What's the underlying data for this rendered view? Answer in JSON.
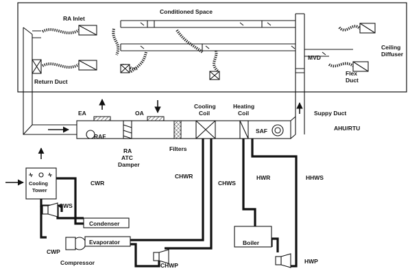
{
  "labels": {
    "conditioned_space": "Conditioned Space",
    "ra_inlet": "RA Inlet",
    "return_duct": "Return Duct",
    "mvd": "MVD",
    "ceiling_diffuser_1": "Ceiling",
    "ceiling_diffuser_2": "Diffuser",
    "flex_duct_1": "Flex",
    "flex_duct_2": "Duct",
    "ea": "EA",
    "oa": "OA",
    "cooling_coil_1": "Cooling",
    "cooling_coil_2": "Coil",
    "heating_coil_1": "Heating",
    "heating_coil_2": "Coil",
    "supply_duct": "Suppy Duct",
    "ahu_rtu": "AHU/RTU",
    "raf": "RAF",
    "saf": "SAF",
    "ra_atc_damper_1": "RA",
    "ra_atc_damper_2": "ATC",
    "ra_atc_damper_3": "Damper",
    "filters": "Filters",
    "cooling_tower_1": "Cooling",
    "cooling_tower_2": "Tower",
    "cwr": "CWR",
    "cws": "CWS",
    "chwr": "CHWR",
    "chws": "CHWS",
    "hwr": "HWR",
    "hhws": "HHWS",
    "condenser": "Condenser",
    "evaporator": "Evaporator",
    "compressor": "Compressor",
    "cwp": "CWP",
    "chwp": "CHWP",
    "boiler": "Boiler",
    "hwp": "HWP"
  }
}
